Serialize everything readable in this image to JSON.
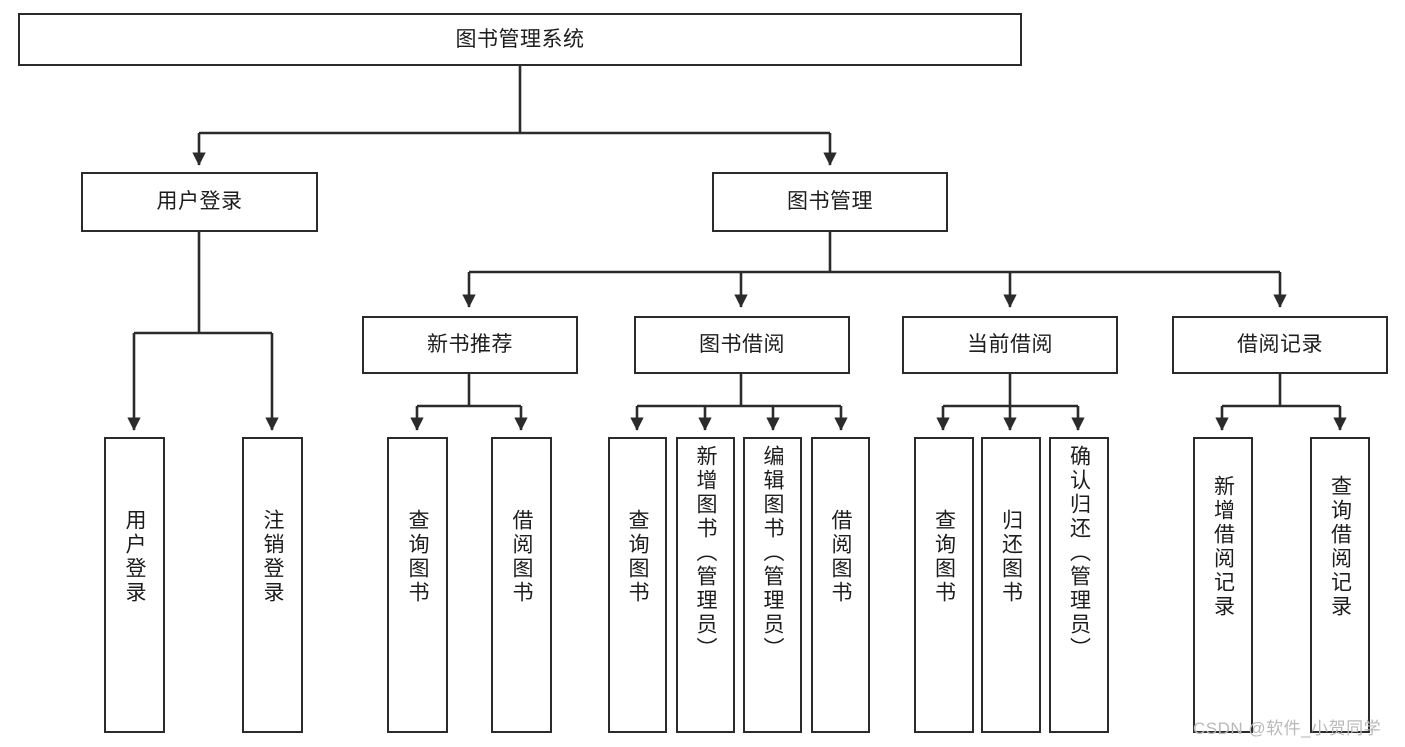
{
  "diagram": {
    "type": "tree-hierarchy-chart",
    "title": "图书管理系统",
    "watermark": "CSDN @软件_小贺同学",
    "colors": {
      "box_border": "#2b2b2b",
      "box_fill": "#ffffff",
      "connector": "#2b2b2b",
      "text": "#1d1d1d",
      "watermark": "#b9b9b9"
    },
    "root": {
      "label": "图书管理系统"
    },
    "level2": [
      {
        "label": "用户登录"
      },
      {
        "label": "图书管理"
      }
    ],
    "level3": [
      {
        "label": "新书推荐"
      },
      {
        "label": "图书借阅"
      },
      {
        "label": "当前借阅"
      },
      {
        "label": "借阅记录"
      }
    ],
    "leaves": {
      "user_login": [
        {
          "label": "用户登录"
        },
        {
          "label": "注销登录"
        }
      ],
      "new_book_recommend": [
        {
          "label": "查询图书"
        },
        {
          "label": "借阅图书"
        }
      ],
      "book_borrow": [
        {
          "label": "查询图书"
        },
        {
          "label": "新增图书（管理员）"
        },
        {
          "label": "编辑图书（管理员）"
        },
        {
          "label": "借阅图书"
        }
      ],
      "current_borrow": [
        {
          "label": "查询图书"
        },
        {
          "label": "归还图书"
        },
        {
          "label": "确认归还（管理员）"
        }
      ],
      "borrow_record": [
        {
          "label": "新增借阅记录"
        },
        {
          "label": "查询借阅记录"
        }
      ]
    }
  }
}
